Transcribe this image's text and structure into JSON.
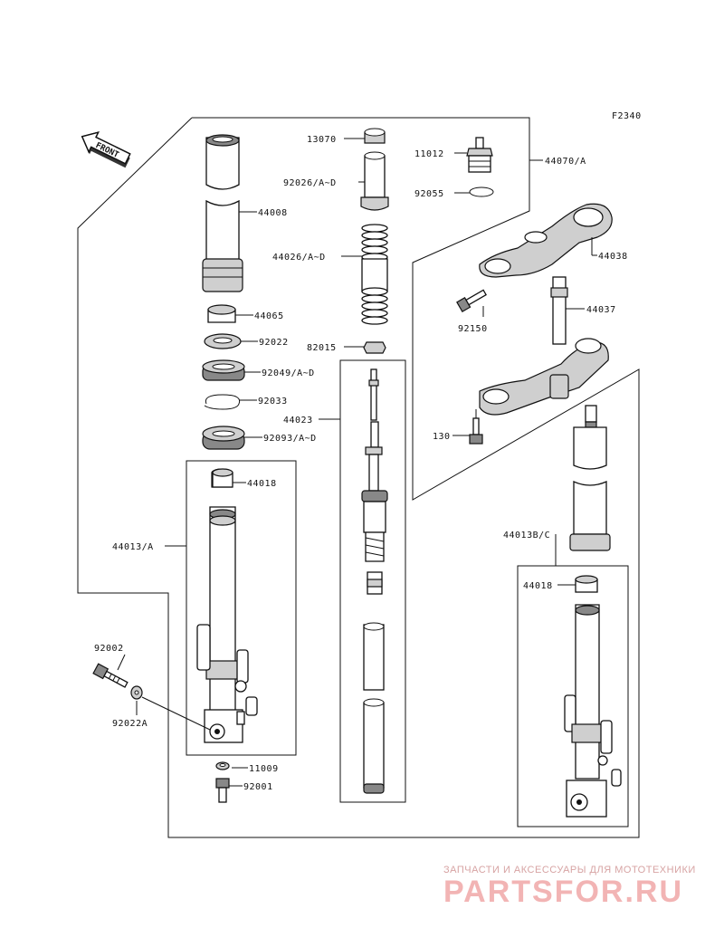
{
  "figure_id": "F2340",
  "front_label": "FRONT",
  "labels": {
    "p13070": "13070",
    "p92026": "92026/A~D",
    "p44008": "44008",
    "p44026": "44026/A~D",
    "p44065": "44065",
    "p92022": "92022",
    "p82015": "82015",
    "p92049": "92049/A~D",
    "p92033": "92033",
    "p44023": "44023",
    "p92093": "92093/A~D",
    "p44018a": "44018",
    "p44013": "44013/A",
    "p92002": "92002",
    "p92022a": "92022A",
    "p11009": "11009",
    "p92001": "92001",
    "p11012": "11012",
    "p92055": "92055",
    "p44070": "44070/A",
    "p44038": "44038",
    "p92150": "92150",
    "p44037": "44037",
    "p130": "130",
    "p44013b": "44013B/C",
    "p44018b": "44018"
  },
  "watermark": {
    "subtitle": "ЗАПЧАСТИ И АКСЕССУАРЫ ДЛЯ МОТОТЕХНИКИ",
    "brand": "PARTSFOR.RU"
  }
}
